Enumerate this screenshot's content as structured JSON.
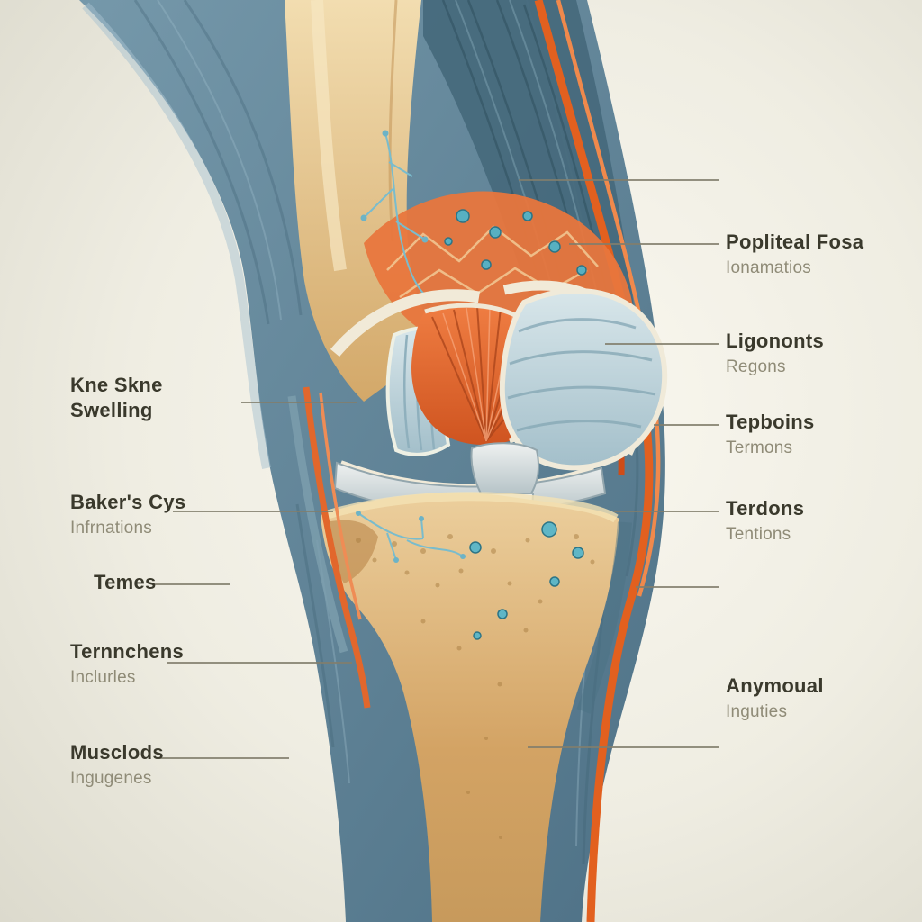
{
  "figure": {
    "alt": "Anatomical illustration of a human knee joint showing femur, tibia, cartilage condyles, muscles, tendons, vessels and nerves"
  },
  "labels": {
    "left": [
      {
        "title": "Kne Skne",
        "title2": "Swelling"
      },
      {
        "title": "Baker's Cys",
        "subtitle": "Infrnations"
      },
      {
        "title": "Temes"
      },
      {
        "title": "Ternnchens",
        "subtitle": "Inclurles"
      },
      {
        "title": "Musclods",
        "subtitle": "Ingugenes"
      }
    ],
    "right": [
      {
        "title": "Popliteal Fosa",
        "subtitle": "Ionamatios"
      },
      {
        "title": "Ligononts",
        "subtitle": "Regons"
      },
      {
        "title": "Tepboins",
        "subtitle": "Termons"
      },
      {
        "title": "Terdons",
        "subtitle": "Tentions"
      },
      {
        "title": "Anymoual",
        "subtitle": "Inguties"
      }
    ]
  },
  "palette": {
    "background": "#ece9dd",
    "leg_sheath": "#5d8296",
    "bone": "#d9ac6b",
    "muscle": "#e0642f",
    "cartilage": "#b9cfd8",
    "vessel_orange": "#e2601f",
    "nerve_blue": "#79bccd",
    "label_text": "#3a392c",
    "label_subtext": "#8f8b77",
    "leader_line": "#817e6c"
  }
}
